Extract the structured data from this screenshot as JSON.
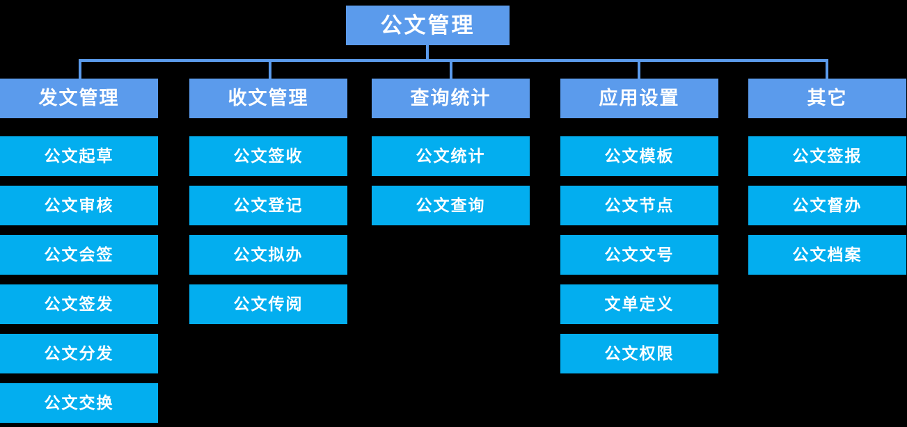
{
  "diagram": {
    "title": "公文管理",
    "type": "org-chart",
    "colors": {
      "background": "#000000",
      "root": "#5b9bec",
      "branch": "#5b9bec",
      "leaf": "#03aeef",
      "connector": "#5b9bec",
      "text": "#ffffff"
    },
    "root": {
      "label": "公文管理"
    },
    "branches": [
      {
        "label": "发文管理",
        "children": [
          {
            "label": "公文起草"
          },
          {
            "label": "公文审核"
          },
          {
            "label": "公文会签"
          },
          {
            "label": "公文签发"
          },
          {
            "label": "公文分发"
          },
          {
            "label": "公文交换"
          }
        ]
      },
      {
        "label": "收文管理",
        "children": [
          {
            "label": "公文签收"
          },
          {
            "label": "公文登记"
          },
          {
            "label": "公文拟办"
          },
          {
            "label": "公文传阅"
          }
        ]
      },
      {
        "label": "查询统计",
        "children": [
          {
            "label": "公文统计"
          },
          {
            "label": "公文查询"
          }
        ]
      },
      {
        "label": "应用设置",
        "children": [
          {
            "label": "公文模板"
          },
          {
            "label": "公文节点"
          },
          {
            "label": "公文文号"
          },
          {
            "label": "文单定义"
          },
          {
            "label": "公文权限"
          }
        ]
      },
      {
        "label": "其它",
        "children": [
          {
            "label": "公文签报"
          },
          {
            "label": "公文督办"
          },
          {
            "label": "公文档案"
          }
        ]
      }
    ]
  }
}
